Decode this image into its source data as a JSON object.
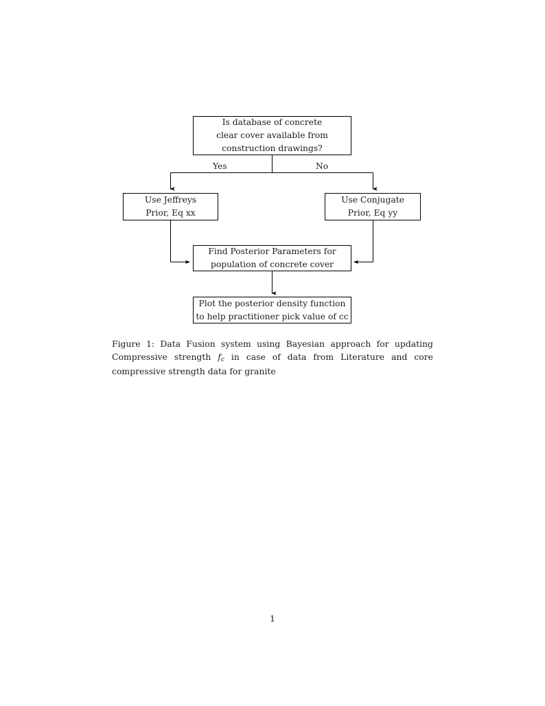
{
  "document": {
    "page_number": "1",
    "background_color": "#ffffff",
    "text_color": "#1a1a1a",
    "line_color": "#000000"
  },
  "figure": {
    "nodes": [
      {
        "id": "decision-database",
        "lines": [
          "Is database of concrete",
          "clear cover available from",
          "construction drawings?"
        ]
      },
      {
        "id": "jeffreys-prior",
        "lines": [
          "Use Jeffreys",
          "Prior, Eq xx"
        ]
      },
      {
        "id": "conjugate-prior",
        "lines": [
          "Use Conjugate",
          "Prior, Eq yy"
        ]
      },
      {
        "id": "find-posterior",
        "lines": [
          "Find Posterior Parameters for",
          "population of concrete cover"
        ]
      },
      {
        "id": "plot-posterior",
        "lines": [
          "Plot the posterior density function",
          "to help practitioner pick value of cc"
        ]
      }
    ],
    "edge_labels": [
      {
        "id": "yes",
        "text": "Yes"
      },
      {
        "id": "no",
        "text": "No"
      }
    ]
  },
  "caption": {
    "label": "Figure 1:",
    "text_before_math": " Data Fusion system using Bayesian approach for updating Compressive strength ",
    "math_symbol": "f",
    "math_subscript": "c",
    "text_after_math": " in case of data from Literature and core compressive strength data for granite",
    "full_text": "Figure 1: Data Fusion system using Bayesian approach for updating Compressive strength f_c in case of data from Literature and core compressive strength data for granite"
  }
}
